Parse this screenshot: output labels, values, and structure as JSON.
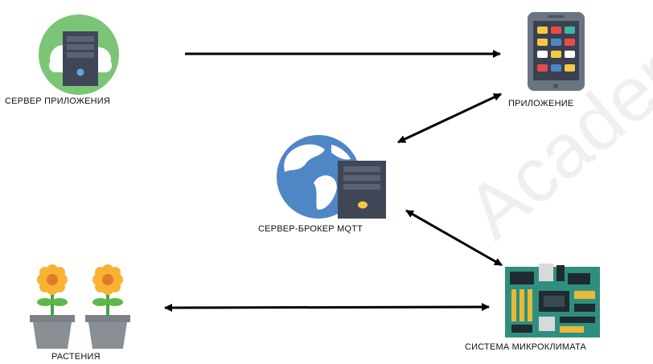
{
  "nodes": {
    "app_server": {
      "label": "СЕРВЕР ПРИЛОЖЕНИЯ",
      "icon": "cloud-server-icon"
    },
    "application": {
      "label": "ПРИЛОЖЕНИЕ",
      "icon": "smartphone-icon"
    },
    "mqtt_broker": {
      "label": "СЕРВЕР-БРОКЕР MQTT",
      "icon": "globe-server-icon"
    },
    "plants": {
      "label": "РАСТЕНИЯ",
      "icon": "potted-flowers-icon"
    },
    "microclimate": {
      "label": "СИСТЕМА МИКРОКЛИМАТА",
      "icon": "circuit-board-icon"
    }
  },
  "edges": [
    {
      "from": "app_server",
      "to": "application",
      "direction": "one-way"
    },
    {
      "from": "application",
      "to": "mqtt_broker",
      "direction": "two-way"
    },
    {
      "from": "mqtt_broker",
      "to": "microclimate",
      "direction": "two-way"
    },
    {
      "from": "plants",
      "to": "microclimate",
      "direction": "two-way"
    }
  ],
  "colors": {
    "cloud_green": "#7cc576",
    "server_dark": "#3f4756",
    "globe_blue": "#4f86c6",
    "phone_body": "#6b7483",
    "board_green": "#2f8f7e",
    "flower_yellow": "#f9b233",
    "pot_gray": "#8a8f96",
    "arrow": "#000000"
  },
  "watermark": "Academicity"
}
